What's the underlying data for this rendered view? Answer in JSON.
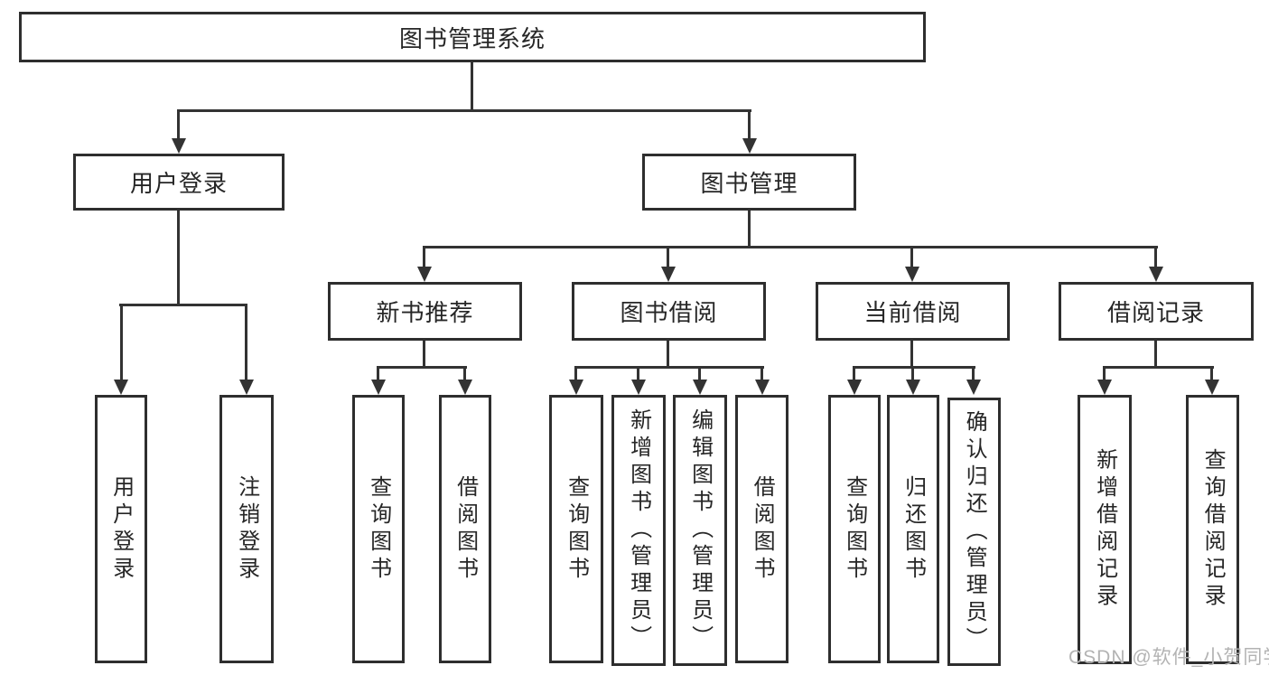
{
  "diagram": {
    "root": {
      "label": "图书管理系统"
    },
    "level2": [
      {
        "label": "用户登录"
      },
      {
        "label": "图书管理"
      }
    ],
    "level3": [
      {
        "label": "新书推荐"
      },
      {
        "label": "图书借阅"
      },
      {
        "label": "当前借阅"
      },
      {
        "label": "借阅记录"
      }
    ],
    "leaves": [
      {
        "group": "用户登录",
        "label": "用户登录"
      },
      {
        "group": "用户登录",
        "label": "注销登录"
      },
      {
        "group": "新书推荐",
        "label": "查询图书"
      },
      {
        "group": "新书推荐",
        "label": "借阅图书"
      },
      {
        "group": "图书借阅",
        "label": "查询图书"
      },
      {
        "group": "图书借阅",
        "label": "新增图书（管理员）"
      },
      {
        "group": "图书借阅",
        "label": "编辑图书（管理员）"
      },
      {
        "group": "图书借阅",
        "label": "借阅图书"
      },
      {
        "group": "当前借阅",
        "label": "查询图书"
      },
      {
        "group": "当前借阅",
        "label": "归还图书"
      },
      {
        "group": "当前借阅",
        "label": "确认归还（管理员）"
      },
      {
        "group": "借阅记录",
        "label": "新增借阅记录"
      },
      {
        "group": "借阅记录",
        "label": "查询借阅记录"
      }
    ]
  },
  "watermark": {
    "text": "CSDN @软件_小贺同学"
  },
  "colors": {
    "line": "#333333",
    "box_border": "#2e2e2e",
    "box_fill": "#ffffff",
    "text": "#262626",
    "watermark": "#b3b3b3",
    "background": "#ffffff"
  }
}
